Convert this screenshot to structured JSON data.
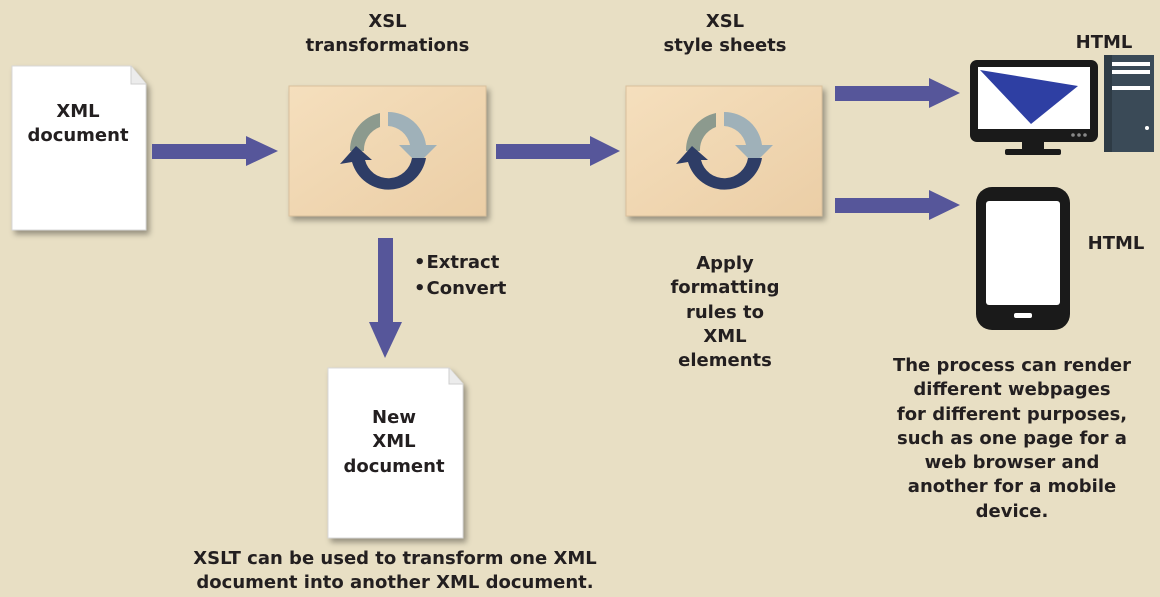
{
  "source_doc": {
    "label": "XML\ndocument"
  },
  "transform": {
    "title": "XSL\ntransformations",
    "bullets": [
      "Extract",
      "Convert"
    ]
  },
  "new_doc": {
    "label": "New\nXML\ndocument"
  },
  "new_doc_caption": "XSLT can be used to transform one XML\ndocument into another XML document.",
  "stylesheets": {
    "title": "XSL\nstyle sheets",
    "caption": "Apply\nformatting\nrules to\nXML\nelements"
  },
  "outputs": [
    {
      "device": "desktop-computer",
      "label": "HTML"
    },
    {
      "device": "mobile-phone",
      "label": "HTML"
    }
  ],
  "outputs_caption": "The process can render\ndifferent webpages\nfor different purposes,\nsuch as one page for a\nweb browser and\nanother for a mobile device.",
  "colors": {
    "background": "#e8dfc4",
    "arrow": "#56569a",
    "box_fill": "#f2d8b3",
    "cycle_dark": "#2e3d66",
    "cycle_light": "#9fb1b9",
    "cycle_mid": "#8c9a8e",
    "screen_blue": "#2e3fa3",
    "device_dark": "#1a1a1a",
    "tower": "#3a4a57"
  }
}
